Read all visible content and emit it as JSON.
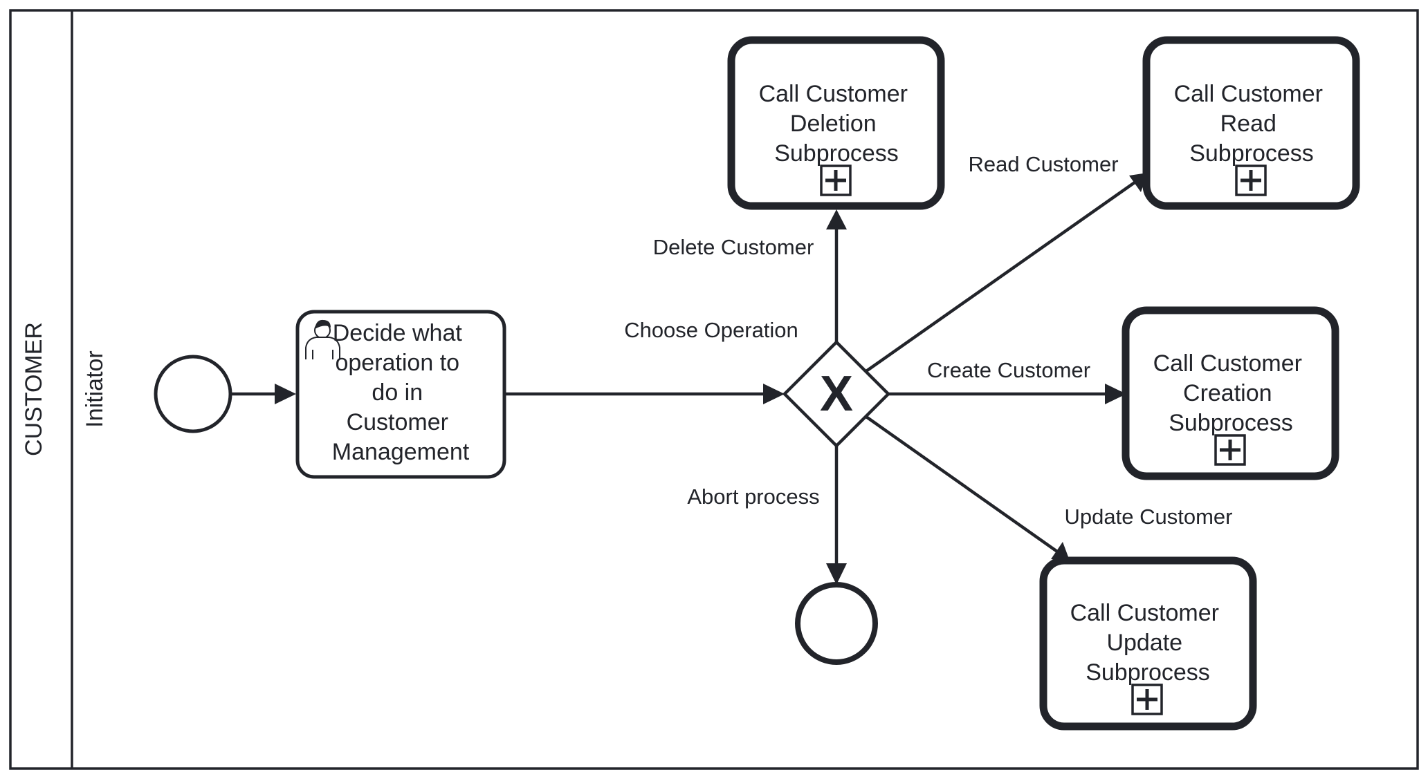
{
  "pool": {
    "label": "CUSTOMER"
  },
  "lane": {
    "label": "Initiator"
  },
  "user_task": {
    "lines": [
      "Decide what",
      "operation to",
      "do in",
      "Customer",
      "Management"
    ]
  },
  "gateway": {
    "label": "Choose Operation",
    "symbol": "X"
  },
  "subprocesses": {
    "deletion": {
      "lines": [
        "Call Customer",
        "Deletion",
        "Subprocess"
      ]
    },
    "read": {
      "lines": [
        "Call Customer",
        "Read",
        "Subprocess"
      ]
    },
    "creation": {
      "lines": [
        "Call Customer",
        "Creation",
        "Subprocess"
      ]
    },
    "update": {
      "lines": [
        "Call Customer",
        "Update",
        "Subprocess"
      ]
    }
  },
  "flows": {
    "delete": "Delete Customer",
    "read": "Read Customer",
    "create": "Create Customer",
    "update": "Update Customer",
    "abort": "Abort process"
  },
  "colors": {
    "stroke": "#22242a",
    "background": "#ffffff"
  }
}
